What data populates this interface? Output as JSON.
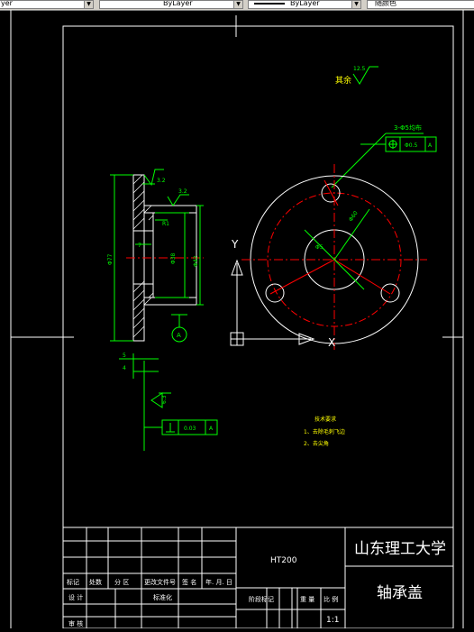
{
  "toolbar": {
    "combo_1": "yer",
    "combo_2": "ByLayer",
    "combo_3": "ByLayer",
    "combo_4": "随颜色"
  },
  "drawing": {
    "roughness_remaining_label": "其余",
    "roughness_remaining_value": "12.5",
    "holes_note": "3-Φ5均布",
    "position_tol_value": "Φ0.5",
    "position_tol_datum": "A",
    "roughness_top": "3.2",
    "roughness_face": "3.2",
    "roughness_bottom": "6.3",
    "datum_label": "A",
    "perp_tol_value": "0.03",
    "perp_tol_datum": "A",
    "dim_left": "Φ77",
    "dim_mid": "Φ38",
    "dim_right": "Φ42",
    "dim_r1": "R1",
    "dim_7": "7",
    "dim_5": "5",
    "dim_4": "4",
    "dim_circle": "Φ60",
    "dim_hole": "Φ5",
    "tech_title": "技术要求",
    "tech_req_1": "1、去除毛刺飞边",
    "tech_req_2": "2、去尖角",
    "axis_y": "Y",
    "axis_x": "X"
  },
  "title_block": {
    "material": "HT200",
    "school": "山东理工大学",
    "part_name": "轴承盖",
    "col_mark": "标记",
    "col_count": "处数",
    "col_zone": "分 区",
    "col_doc": "更改文件号",
    "col_sign": "签 名",
    "col_date": "年. 月. 日",
    "design": "设 计",
    "standard": "标准化",
    "stage_mark": "阶段标记",
    "weight": "重 量",
    "scale_label": "比 例",
    "scale": "1:1",
    "review": "审 核"
  },
  "colors": {
    "background": "#000000",
    "frame": "#ffffff",
    "geometry": "#ffffff",
    "dimension": "#00ff00",
    "centerline": "#ff0000"
  }
}
